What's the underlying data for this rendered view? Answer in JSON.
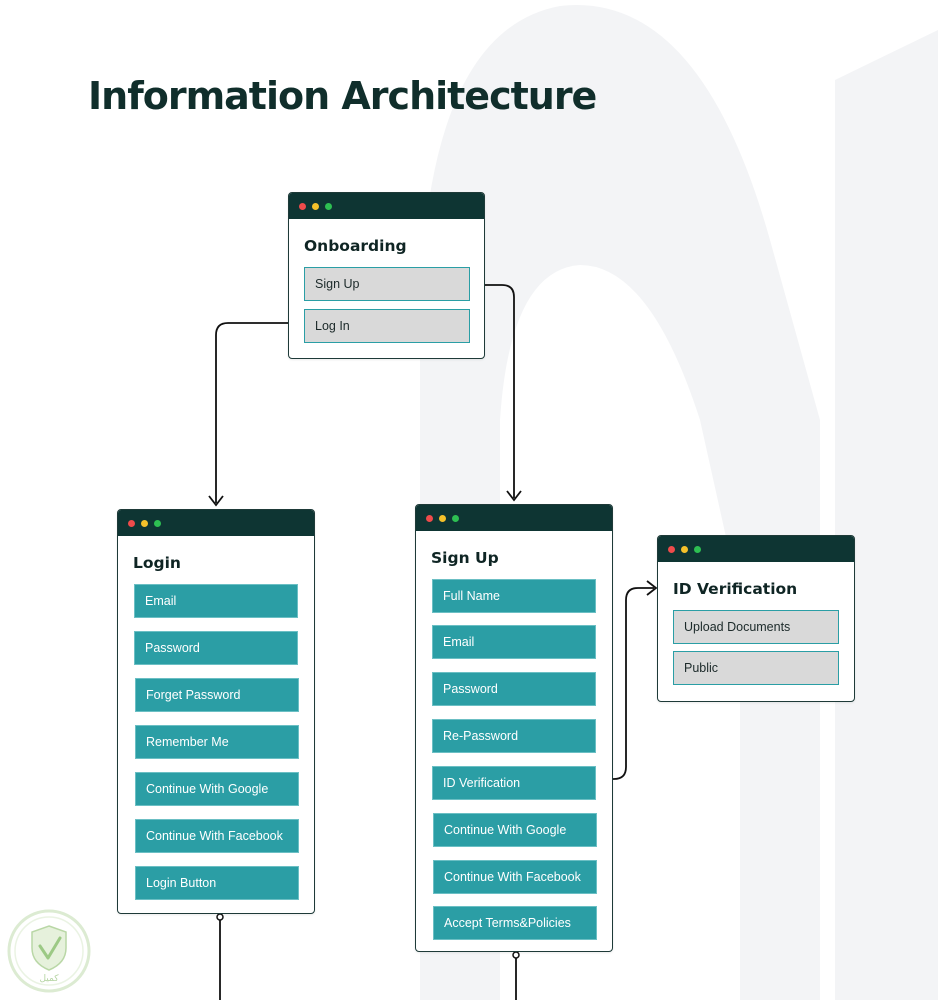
{
  "title": "Information Architecture",
  "colors": {
    "header": "#0e3533",
    "teal": "#2b9ea5",
    "gray": "#d9d9d9",
    "border": "#1e3a38"
  },
  "cards": {
    "onboarding": {
      "title": "Onboarding",
      "items": [
        "Sign Up",
        "Log In"
      ]
    },
    "login": {
      "title": "Login",
      "items": [
        "Email",
        "Password",
        "Forget Password",
        "Remember Me",
        "Continue With Google",
        "Continue With Facebook",
        "Login Button"
      ]
    },
    "signup": {
      "title": "Sign Up",
      "items": [
        "Full Name",
        "Email",
        "Password",
        "Re-Password",
        "ID Verification",
        "Continue With Google",
        "Continue With Facebook",
        "Accept Terms&Policies"
      ]
    },
    "id_verification": {
      "title": "ID Verification",
      "items": [
        "Upload Documents",
        "Public"
      ]
    }
  },
  "watermark": {
    "text": "كميل"
  }
}
